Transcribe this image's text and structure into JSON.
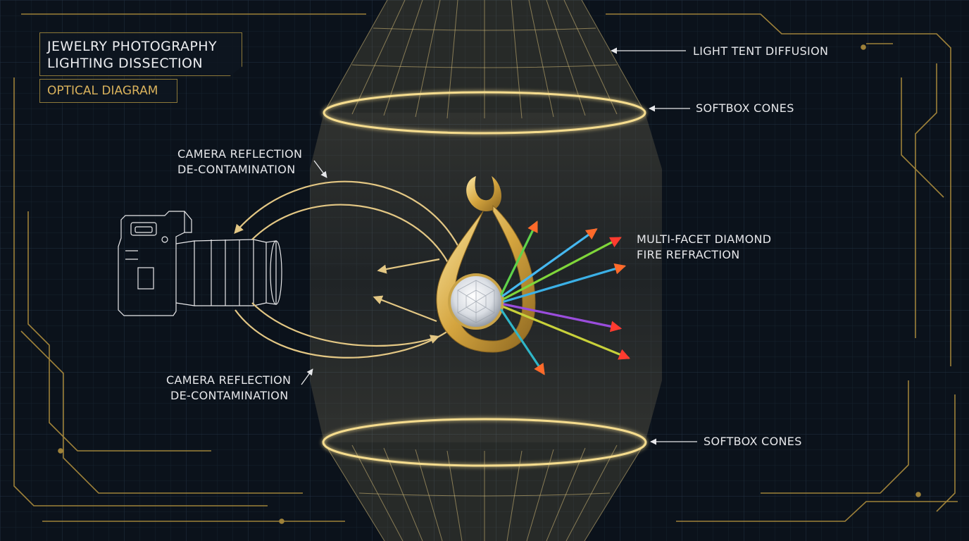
{
  "header": {
    "title_line1": "JEWELRY PHOTOGRAPHY",
    "title_line2": "LIGHTING DISSECTION",
    "subtitle": "OPTICAL DIAGRAM"
  },
  "callouts": {
    "light_tent": "LIGHT TENT DIFFUSION",
    "softbox_top": "SOFTBOX CONES",
    "softbox_bottom": "SOFTBOX CONES",
    "camera_reflection_top_line1": "CAMERA REFLECTION",
    "camera_reflection_top_line2": "DE-CONTAMINATION",
    "camera_reflection_bottom_line1": "CAMERA REFLECTION",
    "camera_reflection_bottom_line2": "DE-CONTAMINATION",
    "diamond_line1": "MULTI-FACET DIAMOND",
    "diamond_line2": "FIRE REFRACTION"
  },
  "colors": {
    "background": "#0b121b",
    "grid": "#1a2633",
    "gold": "#d9b25c",
    "gold_bright": "#f5dc8e",
    "text": "#e6e7ea",
    "camera_outline": "#e8e8ea"
  },
  "icons": [
    "camera-icon",
    "pendant-icon",
    "diamond-icon"
  ]
}
